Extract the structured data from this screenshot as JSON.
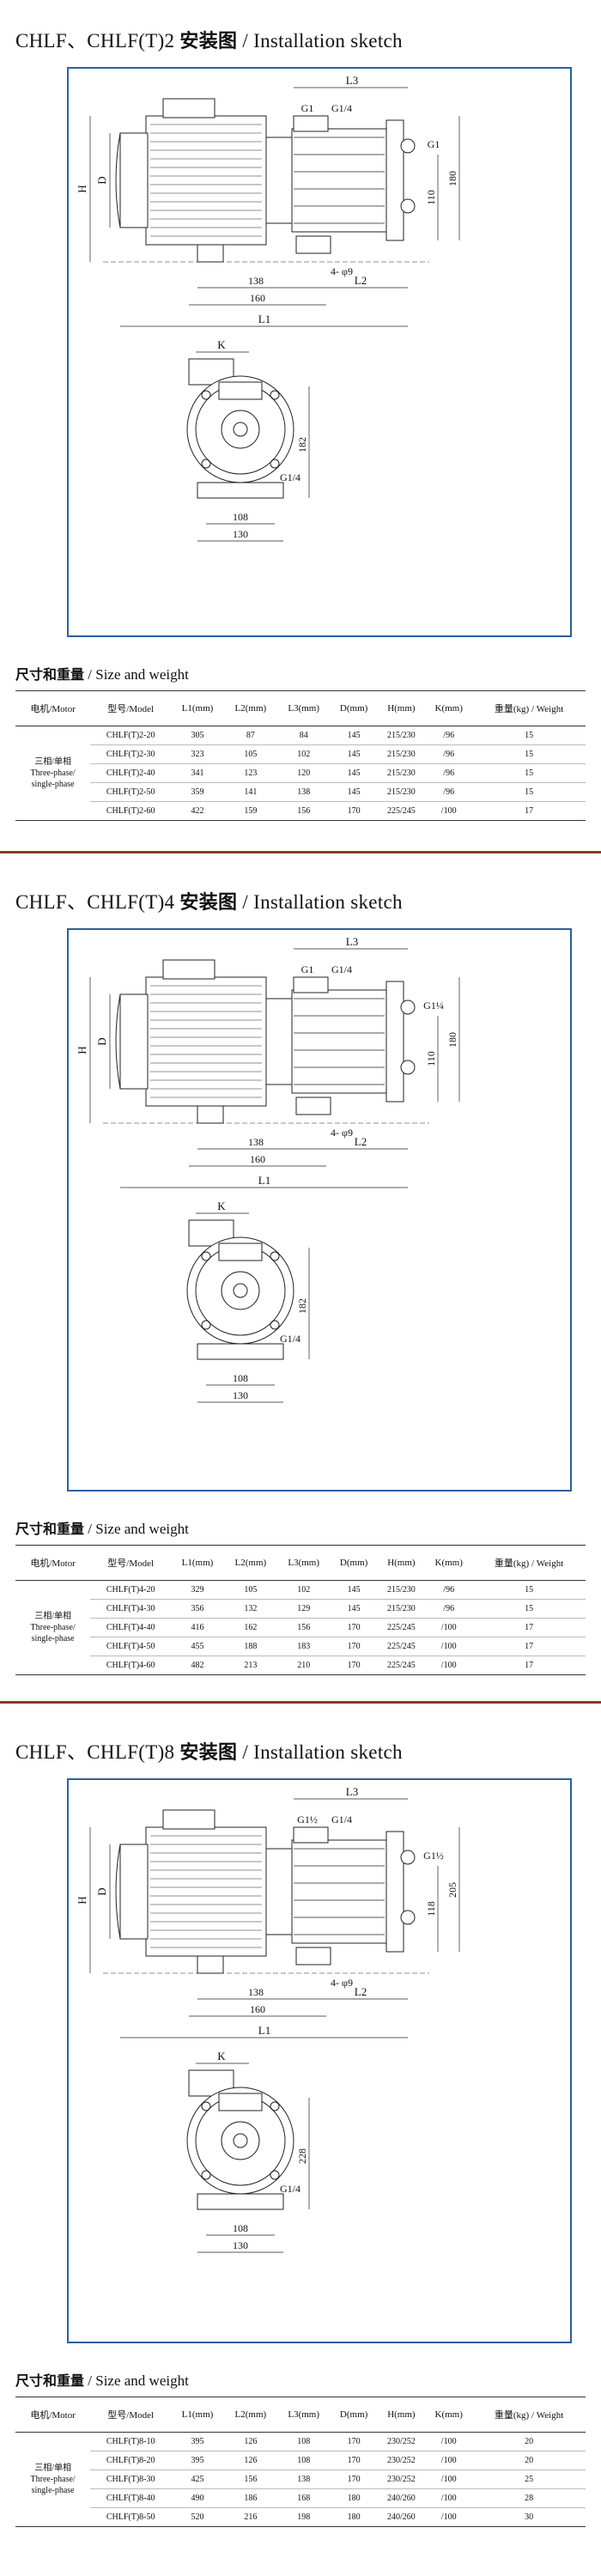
{
  "sections": [
    {
      "title_model": "CHLF、CHLF(T)2",
      "title_cn": "安装图",
      "title_en": "/ Installation sketch",
      "dims": {
        "L3": "L3",
        "G1": "G1",
        "G14": "G1/4",
        "G1r": "G1",
        "H": "H",
        "D": "D",
        "h_mid": "110",
        "h_out": "180",
        "bolt": "4- φ9",
        "d138": "138",
        "d160": "160",
        "L2": "L2",
        "L1": "L1",
        "K": "K",
        "h_side": "182",
        "g14_side": "G1/4",
        "w108": "108",
        "w130": "130"
      },
      "size_title_cn": "尺寸和重量",
      "size_title_en": "/ Size and weight",
      "headers": [
        "电机/Motor",
        "型号/Model",
        "L1(mm)",
        "L2(mm)",
        "L3(mm)",
        "D(mm)",
        "H(mm)",
        "K(mm)",
        "重量(kg) / Weight"
      ],
      "motor": {
        "cn": "三相/单相",
        "en1": "Three-phase/",
        "en2": "single-phase"
      },
      "rows": [
        [
          "CHLF(T)2-20",
          "305",
          "87",
          "84",
          "145",
          "215/230",
          "/96",
          "15"
        ],
        [
          "CHLF(T)2-30",
          "323",
          "105",
          "102",
          "145",
          "215/230",
          "/96",
          "15"
        ],
        [
          "CHLF(T)2-40",
          "341",
          "123",
          "120",
          "145",
          "215/230",
          "/96",
          "15"
        ],
        [
          "CHLF(T)2-50",
          "359",
          "141",
          "138",
          "145",
          "215/230",
          "/96",
          "15"
        ],
        [
          "CHLF(T)2-60",
          "422",
          "159",
          "156",
          "170",
          "225/245",
          "/100",
          "17"
        ]
      ]
    },
    {
      "title_model": "CHLF、CHLF(T)4",
      "title_cn": "安装图",
      "title_en": "/ Installation sketch",
      "dims": {
        "L3": "L3",
        "G1": "G1",
        "G14": "G1/4",
        "G1r": "G1¼",
        "H": "H",
        "D": "D",
        "h_mid": "110",
        "h_out": "180",
        "bolt": "4- φ9",
        "d138": "138",
        "d160": "160",
        "L2": "L2",
        "L1": "L1",
        "K": "K",
        "h_side": "182",
        "g14_side": "G1/4",
        "w108": "108",
        "w130": "130"
      },
      "size_title_cn": "尺寸和重量",
      "size_title_en": "/ Size and weight",
      "headers": [
        "电机/Motor",
        "型号/Model",
        "L1(mm)",
        "L2(mm)",
        "L3(mm)",
        "D(mm)",
        "H(mm)",
        "K(mm)",
        "重量(kg) / Weight"
      ],
      "motor": {
        "cn": "三相/单相",
        "en1": "Three-phase/",
        "en2": "single-phase"
      },
      "rows": [
        [
          "CHLF(T)4-20",
          "329",
          "105",
          "102",
          "145",
          "215/230",
          "/96",
          "15"
        ],
        [
          "CHLF(T)4-30",
          "356",
          "132",
          "129",
          "145",
          "215/230",
          "/96",
          "15"
        ],
        [
          "CHLF(T)4-40",
          "416",
          "162",
          "156",
          "170",
          "225/245",
          "/100",
          "17"
        ],
        [
          "CHLF(T)4-50",
          "455",
          "188",
          "183",
          "170",
          "225/245",
          "/100",
          "17"
        ],
        [
          "CHLF(T)4-60",
          "482",
          "213",
          "210",
          "170",
          "225/245",
          "/100",
          "17"
        ]
      ]
    },
    {
      "title_model": "CHLF、CHLF(T)8",
      "title_cn": "安装图",
      "title_en": "/ Installation sketch",
      "dims": {
        "L3": "L3",
        "G1": "G1½",
        "G14": "G1/4",
        "G1r": "G1½",
        "H": "H",
        "D": "D",
        "h_mid": "118",
        "h_out": "205",
        "bolt": "4- φ9",
        "d138": "138",
        "d160": "160",
        "L2": "L2",
        "L1": "L1",
        "K": "K",
        "h_side": "228",
        "g14_side": "G1/4",
        "w108": "108",
        "w130": "130"
      },
      "size_title_cn": "尺寸和重量",
      "size_title_en": "/ Size and weight",
      "headers": [
        "电机/Motor",
        "型号/Model",
        "L1(mm)",
        "L2(mm)",
        "L3(mm)",
        "D(mm)",
        "H(mm)",
        "K(mm)",
        "重量(kg) / Weight"
      ],
      "motor": {
        "cn": "三相/单相",
        "en1": "Three-phase/",
        "en2": "single-phase"
      },
      "rows": [
        [
          "CHLF(T)8-10",
          "395",
          "126",
          "108",
          "170",
          "230/252",
          "/100",
          "20"
        ],
        [
          "CHLF(T)8-20",
          "395",
          "126",
          "108",
          "170",
          "230/252",
          "/100",
          "20"
        ],
        [
          "CHLF(T)8-30",
          "425",
          "156",
          "138",
          "170",
          "230/252",
          "/100",
          "25"
        ],
        [
          "CHLF(T)8-40",
          "490",
          "186",
          "168",
          "180",
          "240/260",
          "/100",
          "28"
        ],
        [
          "CHLF(T)8-50",
          "520",
          "216",
          "198",
          "180",
          "240/260",
          "/100",
          "30"
        ]
      ]
    }
  ]
}
